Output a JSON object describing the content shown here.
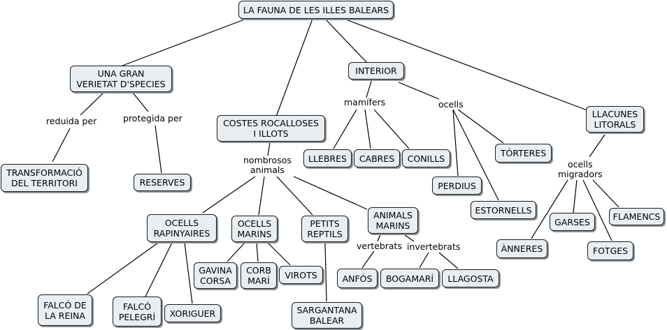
{
  "concepts": {
    "root": "LA FAUNA DE LES ILLES BALEARS",
    "varietat": "UNA GRAN\nVERIETAT D'SPECIES",
    "interior": "INTERIOR",
    "costes": "COSTES ROCALLOSES\nI ILLOTS",
    "llacunes": "LLACUNES\nLITORALS",
    "transformacio": "TRANSFORMACIÓ\nDEL TERRITORI",
    "reserves": "RESERVES",
    "llebres": "LLEBRES",
    "cabres": "CABRES",
    "conills": "CONILLS",
    "torteres": "TÓRTERES",
    "perdius": "PERDIUS",
    "estornells": "ESTORNELLS",
    "rapinyaires": "OCELLS\nRAPINYAIRES",
    "marins": "OCELLS\nMARINS",
    "reptils": "PETITS\nREPTILS",
    "animals_marins": "ANIMALS\nMARINS",
    "gavina": "GAVINA\nCORSA",
    "corb": "CORB\nMARÍ",
    "virots": "VIROTS",
    "falco_reina": "FALCÓ DE\nLA REINA",
    "falco_pelegri": "FALCÓ\nPELEGRÍ",
    "xoriguer": "XORIGUER",
    "sargantana": "SARGANTANA\nBALEAR",
    "anfos": "ANFÓS",
    "bogamari": "BOGAMARÍ",
    "llagosta": "LLAGOSTA",
    "garses": "GARSES",
    "flamencs": "FLAMENCS",
    "anneres": "ÀNNERES",
    "fotges": "FOTGES"
  },
  "links": {
    "reduida": "reduida per",
    "protegida": "protegida per",
    "mamifers": "mamífers",
    "ocells_int": "ocells",
    "nombrosos": "nombrosos\nanimals",
    "ocells_migr": "ocells\nmigradors",
    "vertebrats": "vertebrats",
    "invertebrats": "invertebrats"
  },
  "colors": {
    "node_fill": "#e8eef1",
    "node_border": "#1c1c1c",
    "shadow": "#8a9096"
  }
}
